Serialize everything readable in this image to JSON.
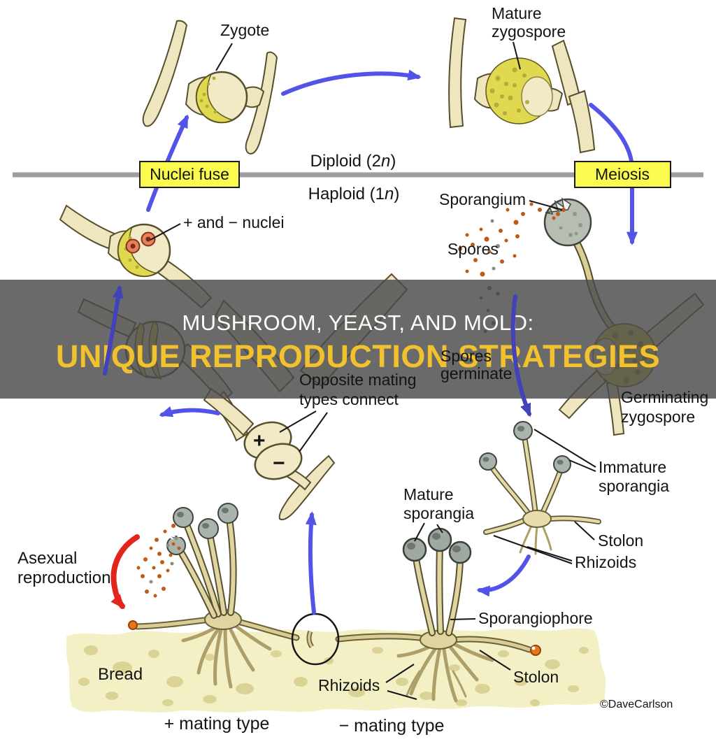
{
  "banner": {
    "line1": "MUSHROOM, YEAST, AND MOLD:",
    "line2": "UNIQUE REPRODUCTION STRATEGIES"
  },
  "phase_divider": {
    "diploid_pre": "Diploid (2",
    "diploid_n": "n",
    "diploid_post": ")",
    "haploid_pre": "Haploid (1",
    "haploid_n": "n",
    "haploid_post": ")"
  },
  "process_boxes": {
    "nuclei_fuse": "Nuclei fuse",
    "meiosis": "Meiosis"
  },
  "labels": {
    "zygote": "Zygote",
    "mature_zygospore": [
      "Mature",
      "zygospore"
    ],
    "plus_minus_nuclei": "+ and − nuclei",
    "sporangium": "Sporangium",
    "spores": "Spores",
    "spores_germinate": [
      "Spores",
      "germinate"
    ],
    "germinating_zygospore": [
      "Germinating",
      "zygospore"
    ],
    "opposite_mating": [
      "Opposite mating",
      "types connect"
    ],
    "immature_sporangia": [
      "Immature",
      "sporangia"
    ],
    "stolon_upper": "Stolon",
    "rhizoids_upper": "Rhizoids",
    "mature_sporangia": [
      "Mature",
      "sporangia"
    ],
    "sporangiophore": "Sporangiophore",
    "stolon_lower": "Stolon",
    "rhizoids_lower": "Rhizoids",
    "asexual_reproduction": [
      "Asexual",
      "reproduction"
    ],
    "bread": "Bread",
    "plus_mating_type": "+ mating type",
    "minus_mating_type": "− mating type",
    "plus_sign": "+",
    "minus_sign": "−"
  },
  "credit": "©DaveCarlson",
  "colors": {
    "arrow_blue": "#5353E8",
    "arrow_navy": "#4242BB",
    "arrow_red": "#E2261B",
    "banner_bg": "rgba(73,73,75,0.82)",
    "title_yellow": "#F2C12E",
    "box_yellow": "#FBFB4F",
    "divider_gray": "#9E9E9E",
    "bread": "#F4F0C6",
    "spore_orange": "#C05A10",
    "zygospore_yellow": "#E0D94F",
    "hypha_tan": "#EFE6C0",
    "sporangium_gray": "#AAB4AC"
  }
}
